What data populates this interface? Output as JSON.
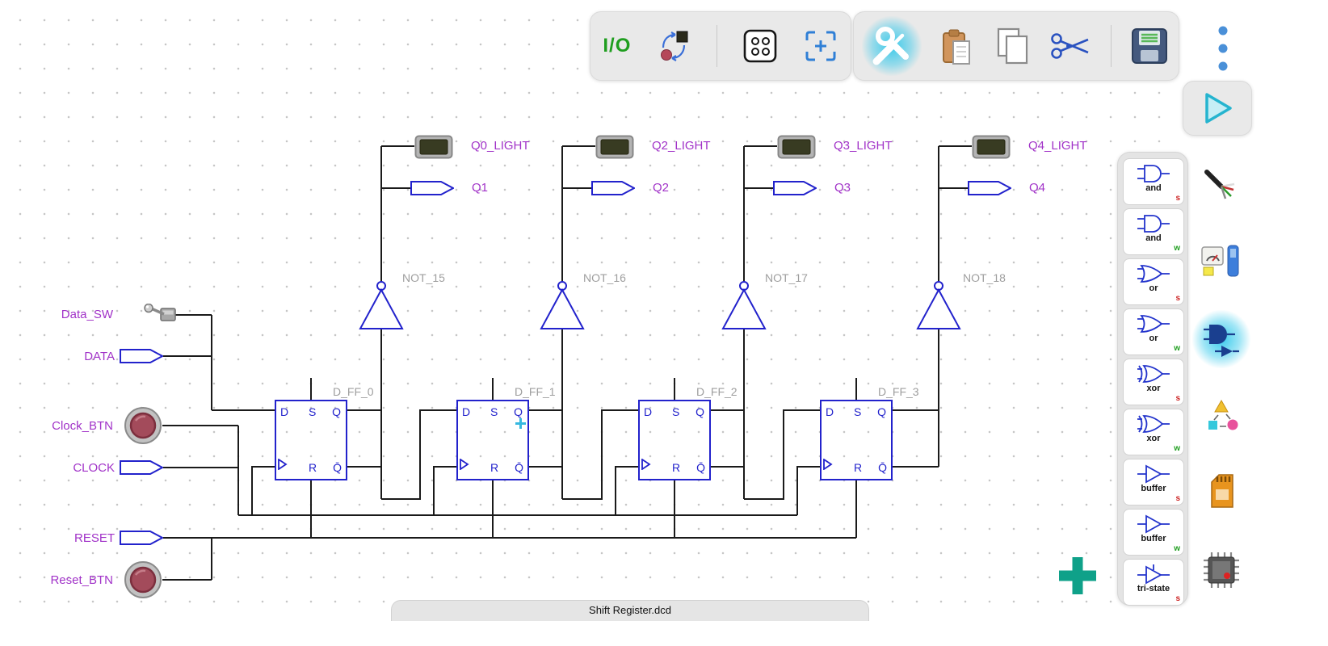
{
  "colors": {
    "accent_cyan": "#29c1dd",
    "component_blue": "#2222cc",
    "label_purple": "#a132c8",
    "wire_black": "#1a1a1a",
    "io_green": "#1f9e1f",
    "plus_green": "#0fa189",
    "variant_strong_red": "#cc2222",
    "variant_weak_green": "#1f9e1f"
  },
  "toolbar": {
    "io_label": "I/O",
    "group1_icons": [
      "state-toggle-icon",
      "dot-grid-icon",
      "focus-center-icon"
    ],
    "group2_icons": [
      "tools-icon",
      "paste-icon",
      "copy-icon",
      "cut-icon",
      "save-icon"
    ],
    "menu_icon": "kebab-menu-icon",
    "run_icon": "play-icon"
  },
  "side_icons": [
    "wire-splice-icon",
    "meter-battery-icon",
    "gates-category-icon",
    "converter-icon",
    "sd-card-icon",
    "chip-icon"
  ],
  "canvas_actions": {
    "add_icon": "plus-icon"
  },
  "tab": {
    "filename": "Shift Register.dcd"
  },
  "palette": {
    "items": [
      {
        "label": "and",
        "variant": "s"
      },
      {
        "label": "and",
        "variant": "w"
      },
      {
        "label": "or",
        "variant": "s"
      },
      {
        "label": "or",
        "variant": "w"
      },
      {
        "label": "xor",
        "variant": "s"
      },
      {
        "label": "xor",
        "variant": "w"
      },
      {
        "label": "buffer",
        "variant": "s"
      },
      {
        "label": "buffer",
        "variant": "w"
      },
      {
        "label": "tri-state",
        "variant": "s"
      }
    ]
  },
  "circuit": {
    "stages": [
      {
        "light_label": "Q0_LIGHT",
        "pin_label": "Q1",
        "not_label": "NOT_15",
        "ff_label": "D_FF_0"
      },
      {
        "light_label": "Q2_LIGHT",
        "pin_label": "Q2",
        "not_label": "NOT_16",
        "ff_label": "D_FF_1"
      },
      {
        "light_label": "Q3_LIGHT",
        "pin_label": "Q3",
        "not_label": "NOT_17",
        "ff_label": "D_FF_2"
      },
      {
        "light_label": "Q4_LIGHT",
        "pin_label": "Q4",
        "not_label": "NOT_18",
        "ff_label": "D_FF_3"
      }
    ],
    "ff_pins": {
      "d": "D",
      "s": "S",
      "q": "Q",
      "r": "R",
      "qn": "Q̄"
    },
    "inputs": {
      "data_switch": "Data_SW",
      "data_pin": "DATA",
      "clock_button": "Clock_BTN",
      "clock_pin": "CLOCK",
      "reset_pin": "RESET",
      "reset_button": "Reset_BTN"
    }
  }
}
